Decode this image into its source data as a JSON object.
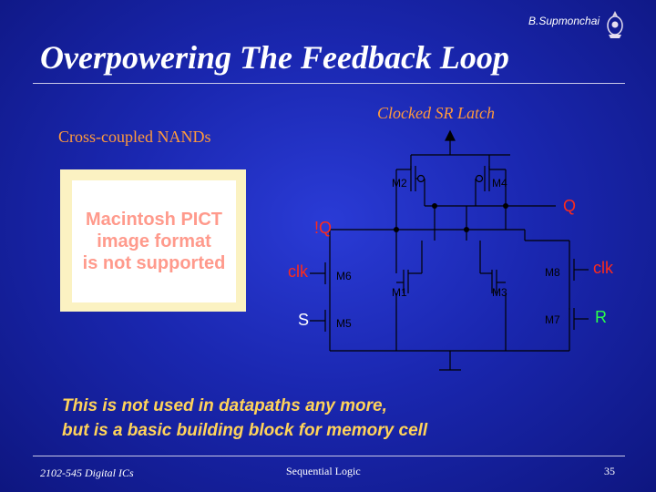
{
  "header": {
    "author": "B.Supmonchai",
    "title": "Overpowering The Feedback Loop",
    "logo_icon": "university-seal-icon"
  },
  "labels": {
    "cross_coupled": "Cross-coupled NANDs",
    "clocked_sr": "Clocked SR Latch"
  },
  "placeholder": {
    "text": "Macintosh PICT\nimage format\nis not supported"
  },
  "circuit": {
    "transistors": {
      "m1": "M1",
      "m2": "M2",
      "m3": "M3",
      "m4": "M4",
      "m5": "M5",
      "m6": "M6",
      "m7": "M7",
      "m8": "M8"
    },
    "signals": {
      "q": "Q",
      "q_bar": "!Q",
      "clk_left": "clk",
      "clk_right": "clk",
      "s": "S",
      "r": "R"
    }
  },
  "note": {
    "line1": "This is not used in datapaths any more,",
    "line2": "but is a basic building block for memory cell"
  },
  "footer": {
    "course": "2102-545 Digital ICs",
    "topic": "Sequential Logic",
    "page": "35"
  },
  "colors": {
    "accent_orange": "#ff9a3c",
    "signal_red": "#ff2a1a",
    "signal_green": "#2aff4a",
    "note_yellow": "#ffd35a",
    "wire_black": "#000000"
  }
}
